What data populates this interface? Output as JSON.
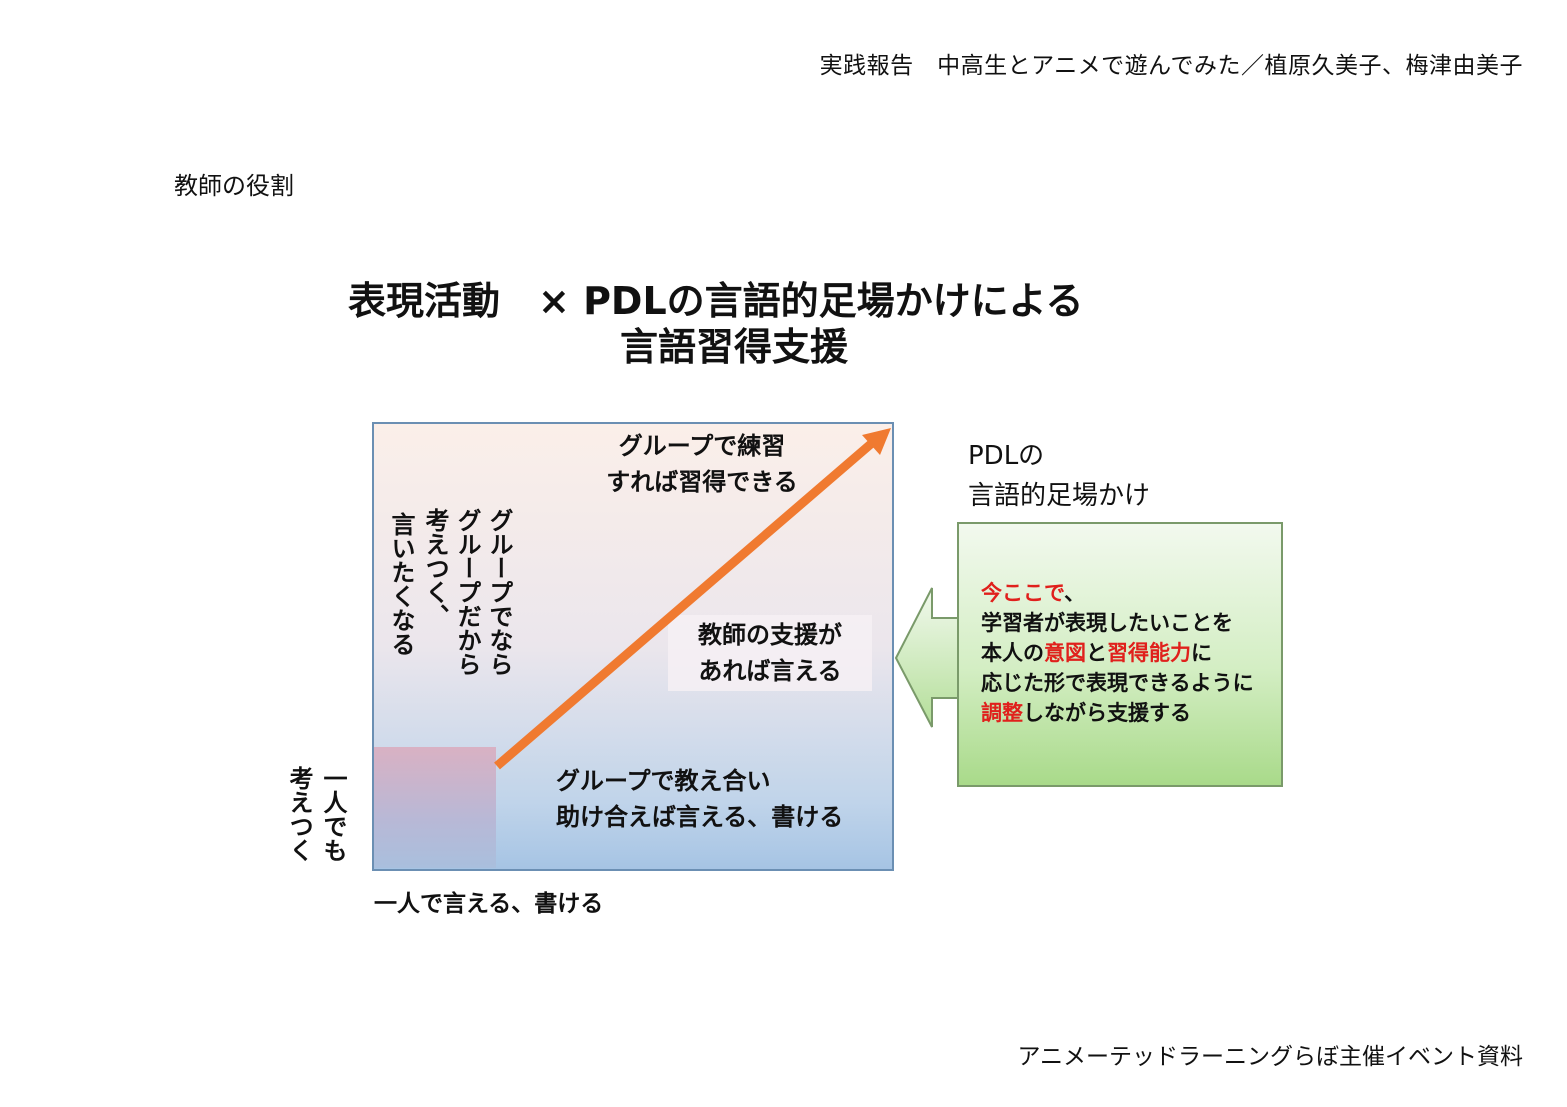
{
  "header": {
    "note": "実践報告　中高生とアニメで遊んでみた／植原久美子、梅津由美子"
  },
  "section": {
    "label": "教師の役割"
  },
  "title": {
    "line1": "表現活動　× PDLの言語的足場かけによる",
    "line2": "言語習得支援"
  },
  "diagram": {
    "top_text": [
      "グループで練習",
      "すれば習得できる"
    ],
    "mid_text": [
      "教師の支援が",
      "あれば言える"
    ],
    "bottom_text": [
      "グループで教え合い",
      "助け合えば言える、書ける"
    ],
    "vertical_texts": [
      "グループでなら",
      "グループだから",
      "考えつく、",
      "言いたくなる"
    ],
    "left_vertical": [
      "一人でも",
      "考えつく"
    ],
    "x_axis_label": "一人で言える、書ける",
    "colors": {
      "arrow": "#f07a30",
      "panel_border": "#6b8fb3"
    }
  },
  "callout": {
    "heading_line1": "PDLの",
    "heading_line2": "言語的足場かけ",
    "lines": [
      [
        {
          "text": "今ここで",
          "red": true
        },
        {
          "text": "、",
          "red": false
        }
      ],
      [
        {
          "text": "学習者が表現したいことを",
          "red": false
        }
      ],
      [
        {
          "text": "本人の",
          "red": false
        },
        {
          "text": "意図",
          "red": true
        },
        {
          "text": "と",
          "red": false
        },
        {
          "text": "習得能力",
          "red": true
        },
        {
          "text": "に",
          "red": false
        }
      ],
      [
        {
          "text": "応じた形で表現できるように",
          "red": false
        }
      ],
      [
        {
          "text": "調整",
          "red": true
        },
        {
          "text": "しながら支援する",
          "red": false
        }
      ]
    ],
    "colors": {
      "highlight": "#e0201c",
      "border": "#7a9a6a"
    }
  },
  "footer": {
    "note": "アニメーテッドラーニングらぼ主催イベント資料"
  }
}
